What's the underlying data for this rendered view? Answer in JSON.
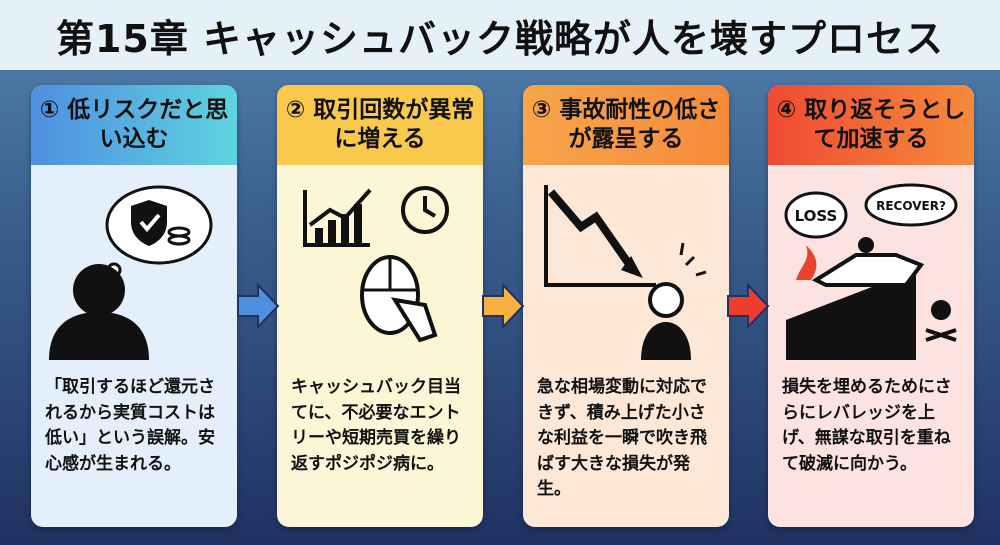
{
  "title": "第15章 キャッシュバック戦略が人を壊すプロセス",
  "steps": [
    {
      "heading": "① 低リスクだと思い込む",
      "body": "「取引するほど還元されるから実質コストは低い」という誤解。安心感が生まれる。",
      "color": "#4f8fe0"
    },
    {
      "heading": "② 取引回数が異常に増える",
      "body": "キャッシュバック目当てに、不必要なエントリーや短期売買を繰り返すポジポジ病に。",
      "color": "#f8c94c"
    },
    {
      "heading": "③ 事故耐性の低さが露呈する",
      "body": "急な相場変動に対応できず、積み上げた小さな利益を一瞬で吹き飛ばす大きな損失が発生。",
      "color": "#f48b3c"
    },
    {
      "heading": "④ 取り返そうとして加速する",
      "body": "損失を埋めるためにさらにレバレッジを上げ、無謀な取引を重ねて破滅に向かう。",
      "color": "#f04a33"
    }
  ],
  "illustration_labels": {
    "loss": "LOSS",
    "recover": "RECOVER?"
  }
}
